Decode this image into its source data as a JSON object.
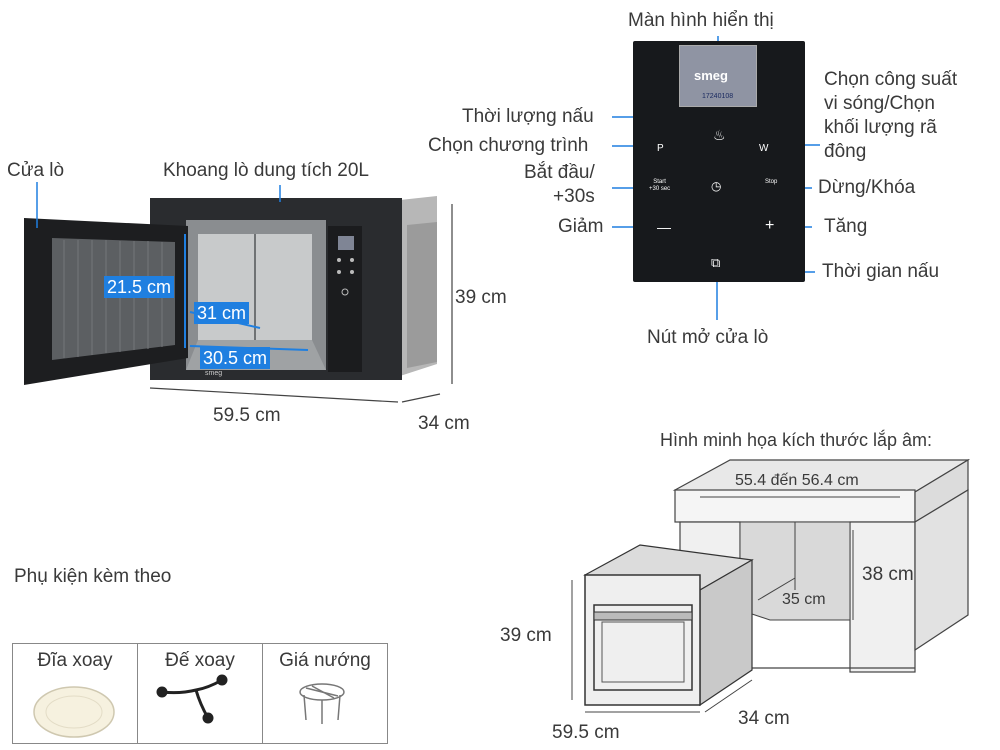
{
  "microwave": {
    "labels": {
      "door": "Cửa lò",
      "cavity": "Khoang lò dung tích 20L",
      "inner_height": "21.5 cm",
      "inner_depth": "31 cm",
      "inner_width": "30.5 cm",
      "height": "39 cm",
      "width": "59.5 cm",
      "depth": "34 cm",
      "brand_mark": "smeg"
    }
  },
  "control_panel": {
    "title": "Màn hình hiển thị",
    "screen_brand": "smeg",
    "screen_code": "17240108",
    "keys": {
      "p": "P",
      "w": "W",
      "start_top": "Start",
      "start_bottom": "+30 sec",
      "stop_top": "Stop"
    },
    "labels": {
      "power": "Chọn công suất vi sóng/Chọn khối lượng rã đông",
      "power_lines": [
        "Chọn công suất",
        "vi sóng/Chọn",
        "khối lượng rã",
        "đông"
      ],
      "cook_duration": "Thời lượng nấu",
      "program": "Chọn chương trình",
      "start_lines": [
        "Bắt đầu/",
        "+30s"
      ],
      "stop": "Dừng/Khóa",
      "decrease": "Giảm",
      "increase": "Tăng",
      "cook_time": "Thời gian nấu",
      "door_open": "Nút mở cửa lò"
    }
  },
  "installation": {
    "title": "Hình minh họa kích thước lắp âm:",
    "cabinet_width": "55.4 đến 56.4 cm",
    "cabinet_height": "38 cm",
    "cabinet_depth": "35 cm",
    "oven_height": "39 cm",
    "oven_width": "59.5 cm",
    "oven_depth": "34 cm"
  },
  "accessories": {
    "title": "Phụ kiện kèm theo",
    "items": [
      {
        "label": "Đĩa xoay",
        "icon": "turntable-plate-icon"
      },
      {
        "label": "Đế xoay",
        "icon": "roller-ring-icon"
      },
      {
        "label": "Giá nướng",
        "icon": "grill-rack-icon"
      }
    ]
  },
  "colors": {
    "accent_blue": "#1f7fe0",
    "panel_black": "#17191c",
    "text": "#3a3a3a"
  }
}
